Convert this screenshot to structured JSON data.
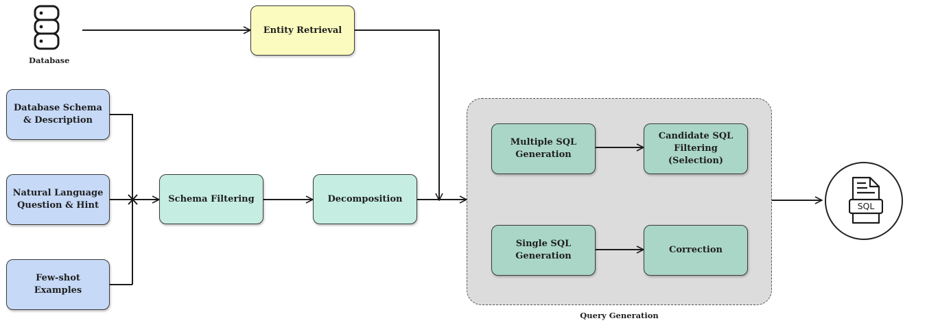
{
  "database_label": "Database",
  "entity_retrieval": "Entity Retrieval",
  "inputs": {
    "schema": "Database Schema\n& Description",
    "question": "Natural Language\nQuestion & Hint",
    "fewshot": "Few-shot\nExamples"
  },
  "schema_filtering": "Schema Filtering",
  "decomposition": "Decomposition",
  "query_generation": {
    "label": "Query Generation",
    "multiple_sql": "Multiple SQL\nGeneration",
    "candidate_filtering": "Candidate SQL\nFiltering\n(Selection)",
    "single_sql": "Single SQL\nGeneration",
    "correction": "Correction"
  },
  "output_icon_text": "SQL",
  "icons": {
    "database": "database-icon",
    "output": "sql-file-icon"
  },
  "colors": {
    "input_blue": "#c6d9f7",
    "process_mint": "#c5ede1",
    "generation_teal": "#aad6c7",
    "retrieval_yellow": "#fbfbbf",
    "group_gray": "#dcdcdc"
  }
}
